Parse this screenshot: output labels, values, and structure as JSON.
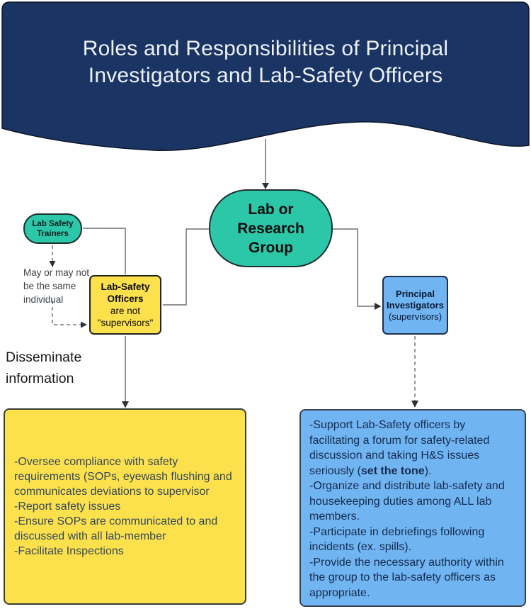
{
  "title": {
    "line1": "Roles and Responsibilities of Principal",
    "line2": "Investigators and Lab-Safety Officers"
  },
  "nodes": {
    "lab_group": {
      "lines": [
        "Lab or",
        "Research",
        "Group"
      ]
    },
    "trainers": {
      "lines": [
        "Lab Safety",
        "Trainers"
      ]
    },
    "officers": {
      "lines": [
        "Lab-Safety",
        "Officers",
        "are not",
        "\"supervisors\""
      ]
    },
    "principal_investigators": {
      "lines": [
        "Principal",
        "Investigators",
        "(supervisors)"
      ]
    }
  },
  "annotations": {
    "may_note": {
      "lines": [
        "May or may not",
        "be the same",
        "individual"
      ]
    },
    "disseminate": {
      "lines": [
        "Disseminate",
        "information"
      ]
    }
  },
  "big_yellow": {
    "items": [
      "-Oversee compliance with safety requirements (SOPs, eyewash flushing and communicates deviations to supervisor",
      "-Report safety issues",
      "-Ensure SOPs are communicated to and discussed with all lab-member",
      "-Facilitate Inspections"
    ]
  },
  "big_blue": {
    "item1_prefix": "-Support Lab-Safety officers by facilitating a forum for safety-related discussion and taking H&S issues seriously (",
    "item1_bold": "set the tone",
    "item1_suffix": ").",
    "items": [
      "-Organize and distribute lab-safety and housekeeping duties among ALL lab members.",
      "-Participate in debriefings following incidents (ex. spills).",
      "-Provide the necessary authority within the group to the lab-safety officers as appropriate."
    ]
  },
  "colors": {
    "navy": "#1A3464",
    "teal": "#2CC7A9",
    "yellow": "#FCE14D",
    "blue": "#70B4F2",
    "connector": "#6d7276",
    "arrow": "#2b3136",
    "yellow_box_text": "#33485C",
    "blue_box_text": "#152B4D"
  }
}
